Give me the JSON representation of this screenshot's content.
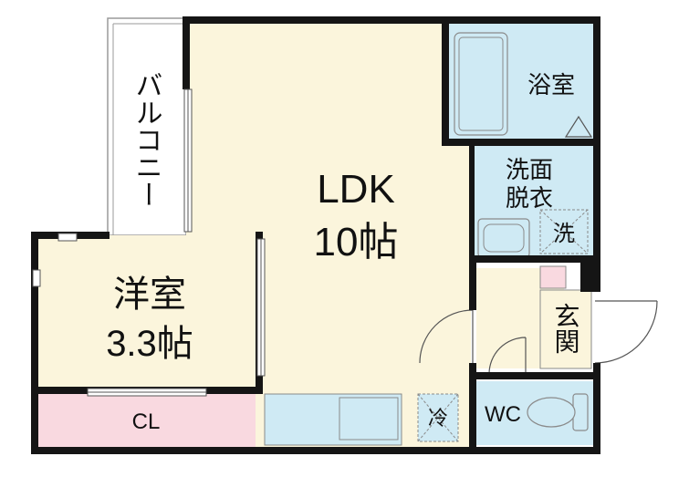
{
  "colors": {
    "wall": "#151515",
    "ldk": "#fbf5dc",
    "wet": "#cfeaf4",
    "closet": "#f9d9e0",
    "balcony": "#ffffff",
    "line": "#9a9a9a"
  },
  "rooms": {
    "balcony": {
      "label": "バルコニー"
    },
    "ldk": {
      "label": "LDK",
      "size": "10帖"
    },
    "western": {
      "label": "洋室",
      "size": "3.3帖"
    },
    "closet": {
      "label": "CL"
    },
    "bathroom": {
      "label": "浴室"
    },
    "washroom": {
      "label_line1": "洗面",
      "label_line2": "脱衣"
    },
    "washer": {
      "label": "洗"
    },
    "fridge": {
      "label": "冷"
    },
    "entrance": {
      "label": "玄関"
    },
    "toilet": {
      "label": "WC"
    }
  }
}
